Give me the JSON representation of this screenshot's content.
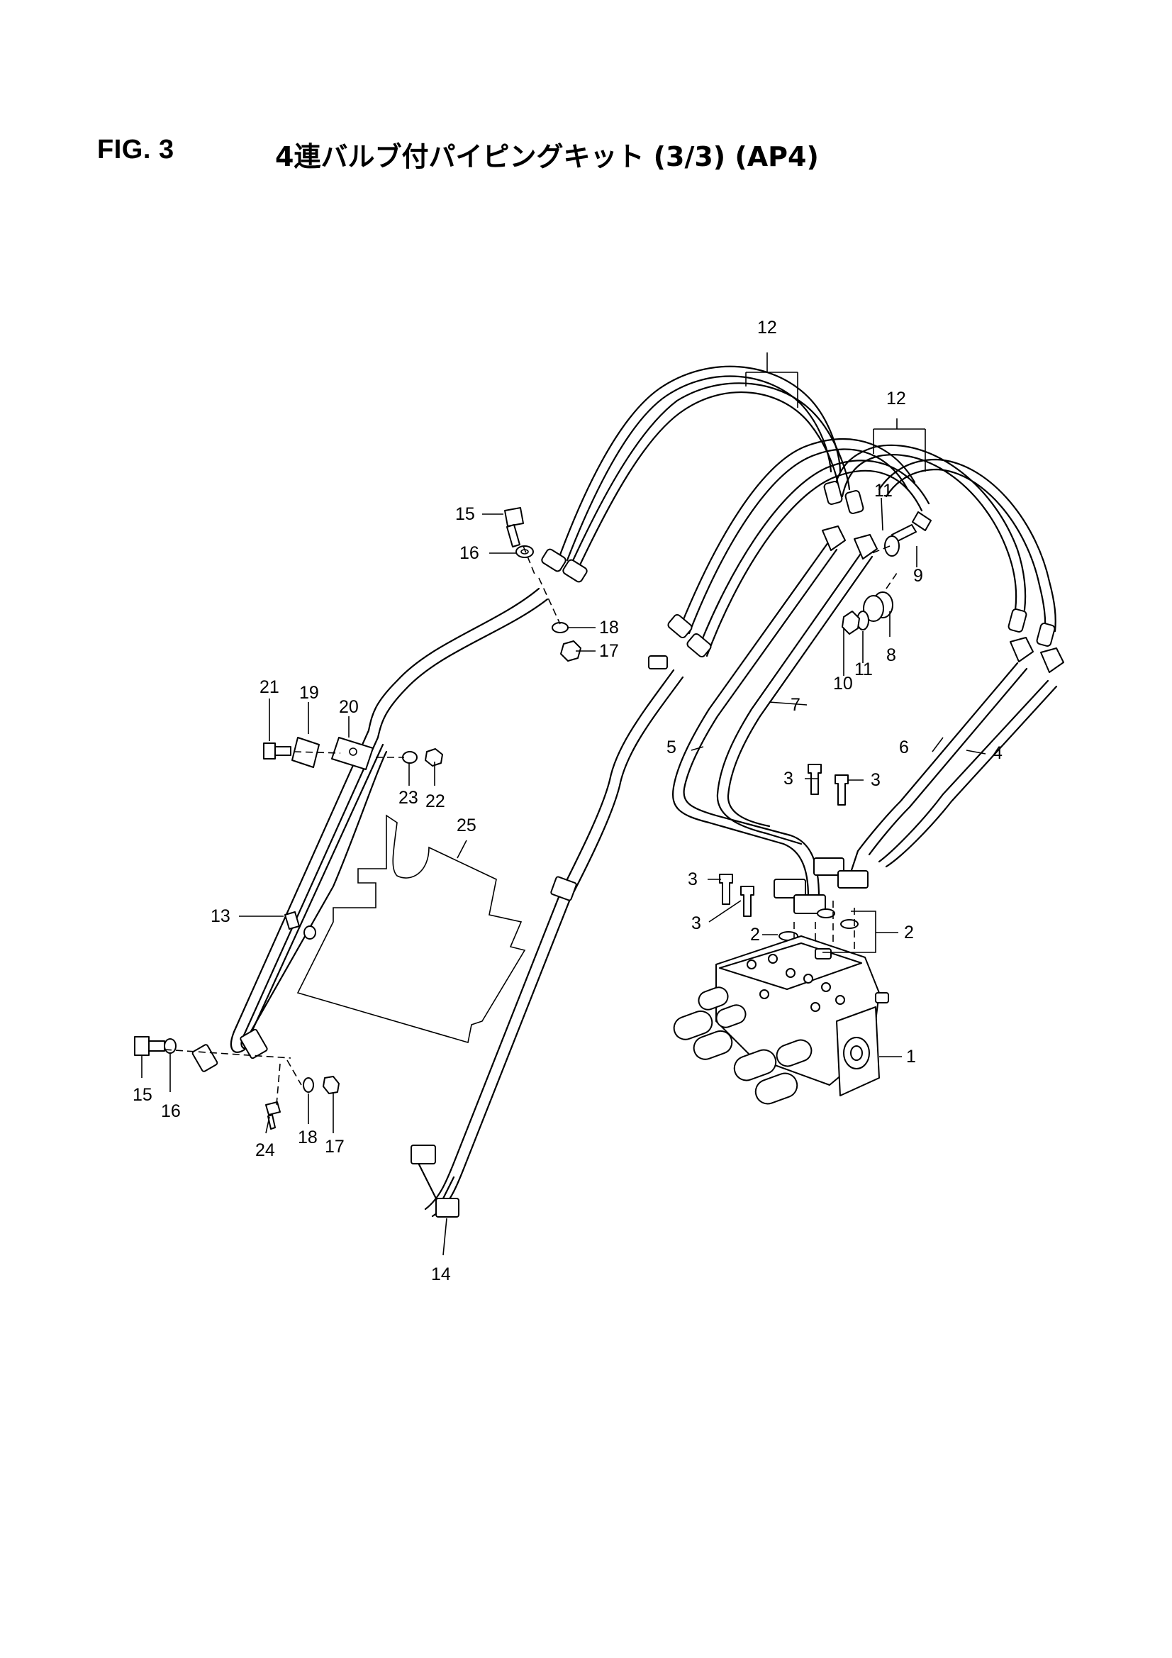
{
  "header": {
    "figure_number": "FIG. 3",
    "title": "4連バルブ付パイピングキット (3/3) (AP4)"
  },
  "callouts": {
    "c1": "1",
    "c2a": "2",
    "c2b": "2",
    "c3a": "3",
    "c3b": "3",
    "c3c": "3",
    "c3d": "3",
    "c4": "4",
    "c5": "5",
    "c6": "6",
    "c7": "7",
    "c8": "8",
    "c9": "9",
    "c10": "10",
    "c11a": "11",
    "c11b": "11",
    "c12a": "12",
    "c12b": "12",
    "c13": "13",
    "c14": "14",
    "c15a": "15",
    "c15b": "15",
    "c16a": "16",
    "c16b": "16",
    "c17a": "17",
    "c17b": "17",
    "c18a": "18",
    "c18b": "18",
    "c19": "19",
    "c20": "20",
    "c21": "21",
    "c22": "22",
    "c23": "23",
    "c24": "24",
    "c25": "25"
  }
}
